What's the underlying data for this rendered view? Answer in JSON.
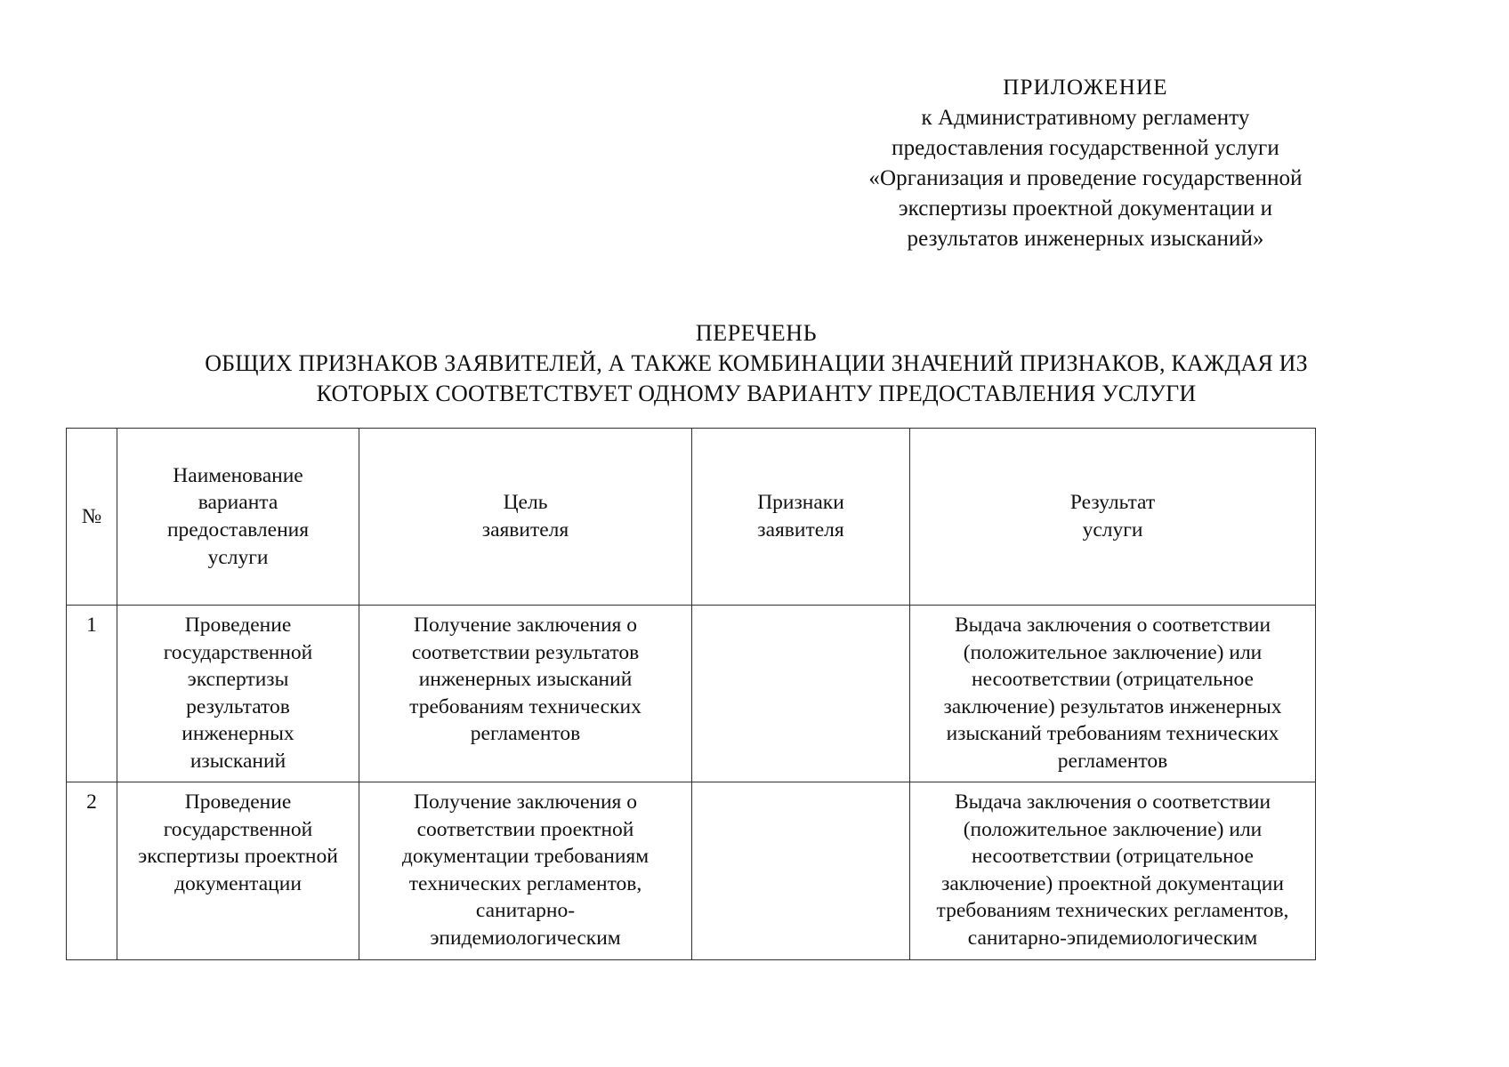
{
  "document": {
    "appendix_header": {
      "lines": [
        "ПРИЛОЖЕНИЕ",
        "к Административному регламенту",
        "предоставления государственной услуги",
        "«Организация и проведение государственной",
        "экспертизы проектной документации и",
        "результатов инженерных изысканий»"
      ]
    },
    "title": {
      "main": "ПЕРЕЧЕНЬ",
      "sub_lines": [
        "ОБЩИХ ПРИЗНАКОВ ЗАЯВИТЕЛЕЙ, А ТАКЖЕ КОМБИНАЦИИ ЗНАЧЕНИЙ ПРИЗНАКОВ, КАЖДАЯ ИЗ",
        "КОТОРЫХ СООТВЕТСТВУЕТ ОДНОМУ ВАРИАНТУ ПРЕДОСТАВЛЕНИЯ УСЛУГИ"
      ]
    },
    "table": {
      "headers": [
        {
          "lines": [
            "№"
          ]
        },
        {
          "lines": [
            "Наименование",
            "варианта",
            "предоставления",
            "услуги"
          ]
        },
        {
          "lines": [
            "Цель",
            "заявителя"
          ]
        },
        {
          "lines": [
            "Признаки",
            "заявителя"
          ]
        },
        {
          "lines": [
            "Результат",
            "услуги"
          ]
        }
      ],
      "rows": [
        {
          "num": "1",
          "name_lines": [
            "Проведение",
            "государственной",
            "экспертизы",
            "результатов",
            "инженерных",
            "изысканий"
          ],
          "goal_lines": [
            "Получение заключения о",
            "соответствии результатов",
            "инженерных изысканий",
            "требованиям технических",
            "регламентов"
          ],
          "signs_lines": [],
          "result_lines": [
            "Выдача заключения о соответствии",
            "(положительное заключение) или",
            "несоответствии (отрицательное",
            "заключение) результатов инженерных",
            "изысканий требованиям технических",
            "регламентов"
          ]
        },
        {
          "num": "2",
          "name_lines": [
            "Проведение",
            "государственной",
            "экспертизы проектной",
            "документации"
          ],
          "goal_lines": [
            "Получение заключения о",
            "соответствии проектной",
            "документации требованиям",
            "технических регламентов,",
            "санитарно-",
            "эпидемиологическим"
          ],
          "signs_lines": [],
          "result_lines": [
            "Выдача заключения о соответствии",
            "(положительное заключение) или",
            "несоответствии (отрицательное",
            "заключение) проектной документации",
            "требованиям технических регламентов,",
            "санитарно-эпидемиологическим"
          ]
        }
      ]
    }
  }
}
